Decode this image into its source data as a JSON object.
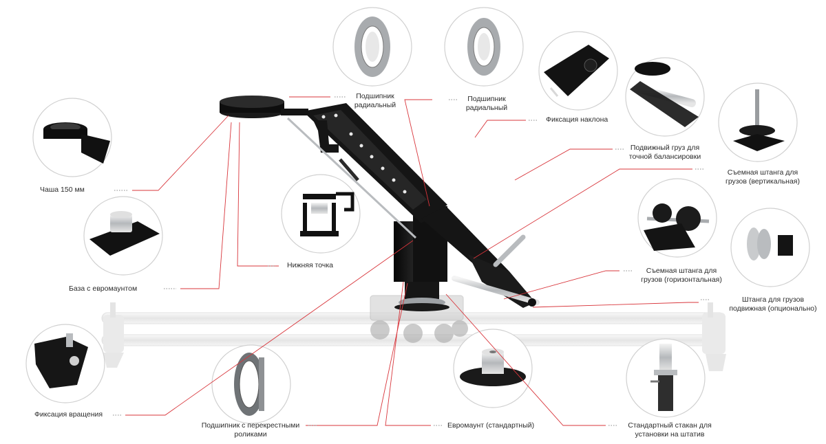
{
  "diagram": {
    "colors": {
      "leader": "#d8343a",
      "dots": "#8a8a8a",
      "circle_stroke": "#d0d0d0",
      "metal_dark": "#161616",
      "rail": "#dcdcdc",
      "steel": "#b9bcbf"
    },
    "callouts": [
      {
        "id": "bowl",
        "lines": [
          "Чаша 150 мм"
        ]
      },
      {
        "id": "base-euromount",
        "lines": [
          "База с евромаунтом"
        ]
      },
      {
        "id": "rotation-lock",
        "lines": [
          "Фиксация вращения"
        ]
      },
      {
        "id": "low-point",
        "lines": [
          "Нижняя точка"
        ]
      },
      {
        "id": "bearing-radial-1",
        "lines": [
          "Подшипник",
          "радиальный"
        ]
      },
      {
        "id": "bearing-radial-2",
        "lines": [
          "Подшипник",
          "радиальный"
        ]
      },
      {
        "id": "tilt-lock",
        "lines": [
          "Фиксация наклона"
        ]
      },
      {
        "id": "sliding-weight",
        "lines": [
          "Подвижный груз для",
          "точной балансировки"
        ]
      },
      {
        "id": "rod-vertical",
        "lines": [
          "Съемная штанга для",
          "грузов (вертикальная)"
        ]
      },
      {
        "id": "rod-horizontal",
        "lines": [
          "Съемная штанга для",
          "грузов (горизонтальная)"
        ]
      },
      {
        "id": "rod-sliding",
        "lines": [
          "Штанга для грузов",
          "подвижная (опционально)"
        ]
      },
      {
        "id": "crossed-roller-bearing",
        "lines": [
          "Подшипник с перекрестными",
          "роликами"
        ]
      },
      {
        "id": "euromount-standard",
        "lines": [
          "Евромаунт (стандартный)"
        ]
      },
      {
        "id": "tripod-cup",
        "lines": [
          "Стандартный стакан для",
          "установки на штатив"
        ]
      }
    ]
  }
}
